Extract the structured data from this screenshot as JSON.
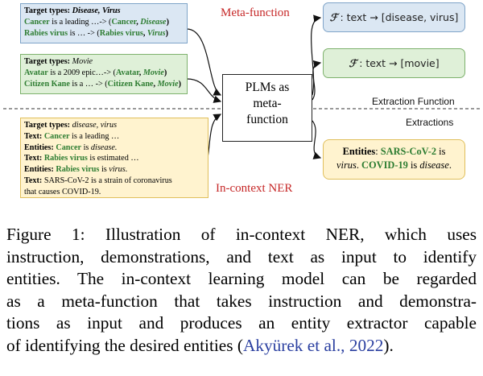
{
  "figure": {
    "meta_function_label": "Meta-function",
    "in_context_label": "In-context NER",
    "extraction_function_label": "Extraction Function",
    "extractions_label": "Extractions",
    "plm_lines": [
      "PLMs as",
      "meta-",
      "function"
    ],
    "box1": {
      "types_key": "Target types:",
      "types_val": "Disease, Virus",
      "l2_a": "Cancer",
      "l2_b": " is a leading …-> (",
      "l2_c": "Cancer",
      "l2_d": ", ",
      "l2_e": "Disease",
      "l2_f": ")",
      "l3_a": "Rabies virus",
      "l3_b": " is … -> (",
      "l3_c": "Rabies virus",
      "l3_d": ", ",
      "l3_e": "Virus",
      "l3_f": ")"
    },
    "box2": {
      "types_key": "Target types:",
      "types_val": "Movie",
      "l2_a": "Avatar",
      "l2_b": " is a 2009 epic…-> (",
      "l2_c": "Avatar",
      "l2_d": ", ",
      "l2_e": "Movie",
      "l2_f": ")",
      "l3_a": "Citizen Kane",
      "l3_b": " is a … -> (",
      "l3_c": "Citizen Kane",
      "l3_d": ", ",
      "l3_e": "Movie",
      "l3_f": ")"
    },
    "box3": {
      "types_key": "Target types:",
      "types_val": "disease, virus",
      "text_key": "Text:",
      "ent_key": "Entities:",
      "t1_a": "Cancer",
      "t1_b": " is a leading …",
      "e1_a": "Cancer",
      "e1_b": " is ",
      "e1_c": "disease.",
      "t2_a": "Rabies virus",
      "t2_b": " is estimated …",
      "e2_a": "Rabies virus",
      "e2_b": " is ",
      "e2_c": "virus",
      "e2_d": ".",
      "t3": " SARS-CoV-2 is a strain of coronavirus",
      "t3_cont": "that causes COVID-19."
    },
    "out1": {
      "symbol": "ℱ",
      "text": ": text → [disease, virus]"
    },
    "out2": {
      "symbol": "ℱ",
      "text": ": text → [movie]"
    },
    "out3": {
      "key": "Entities",
      "colon": ": ",
      "e1": "SARS-CoV-2",
      "mid1": " is",
      "v1": "virus",
      "mid2": ". ",
      "e2": "COVID-19",
      "mid3": " is ",
      "v2": "disease",
      "end": "."
    }
  },
  "caption": {
    "lines": [
      "Figure 1:  Illustration of in-context NER, which uses",
      "instruction, demonstrations, and text as input to identify",
      "entities.  The in-context learning model can be regarded",
      "as a meta-function that takes instruction and demonstra-",
      "tions as input and produces an entity extractor capable"
    ],
    "last_pre": "of identifying the desired entities (",
    "cite": "Akyürek et al., 2022",
    "last_post": ")."
  },
  "colors": {
    "blue_fill": "#dbe7f3",
    "green_fill": "#dff0d8",
    "yellow_fill": "#fff3cf",
    "entity_green": "#2e7d32",
    "label_red": "#c62828",
    "citation_blue": "#2a3fa0"
  }
}
